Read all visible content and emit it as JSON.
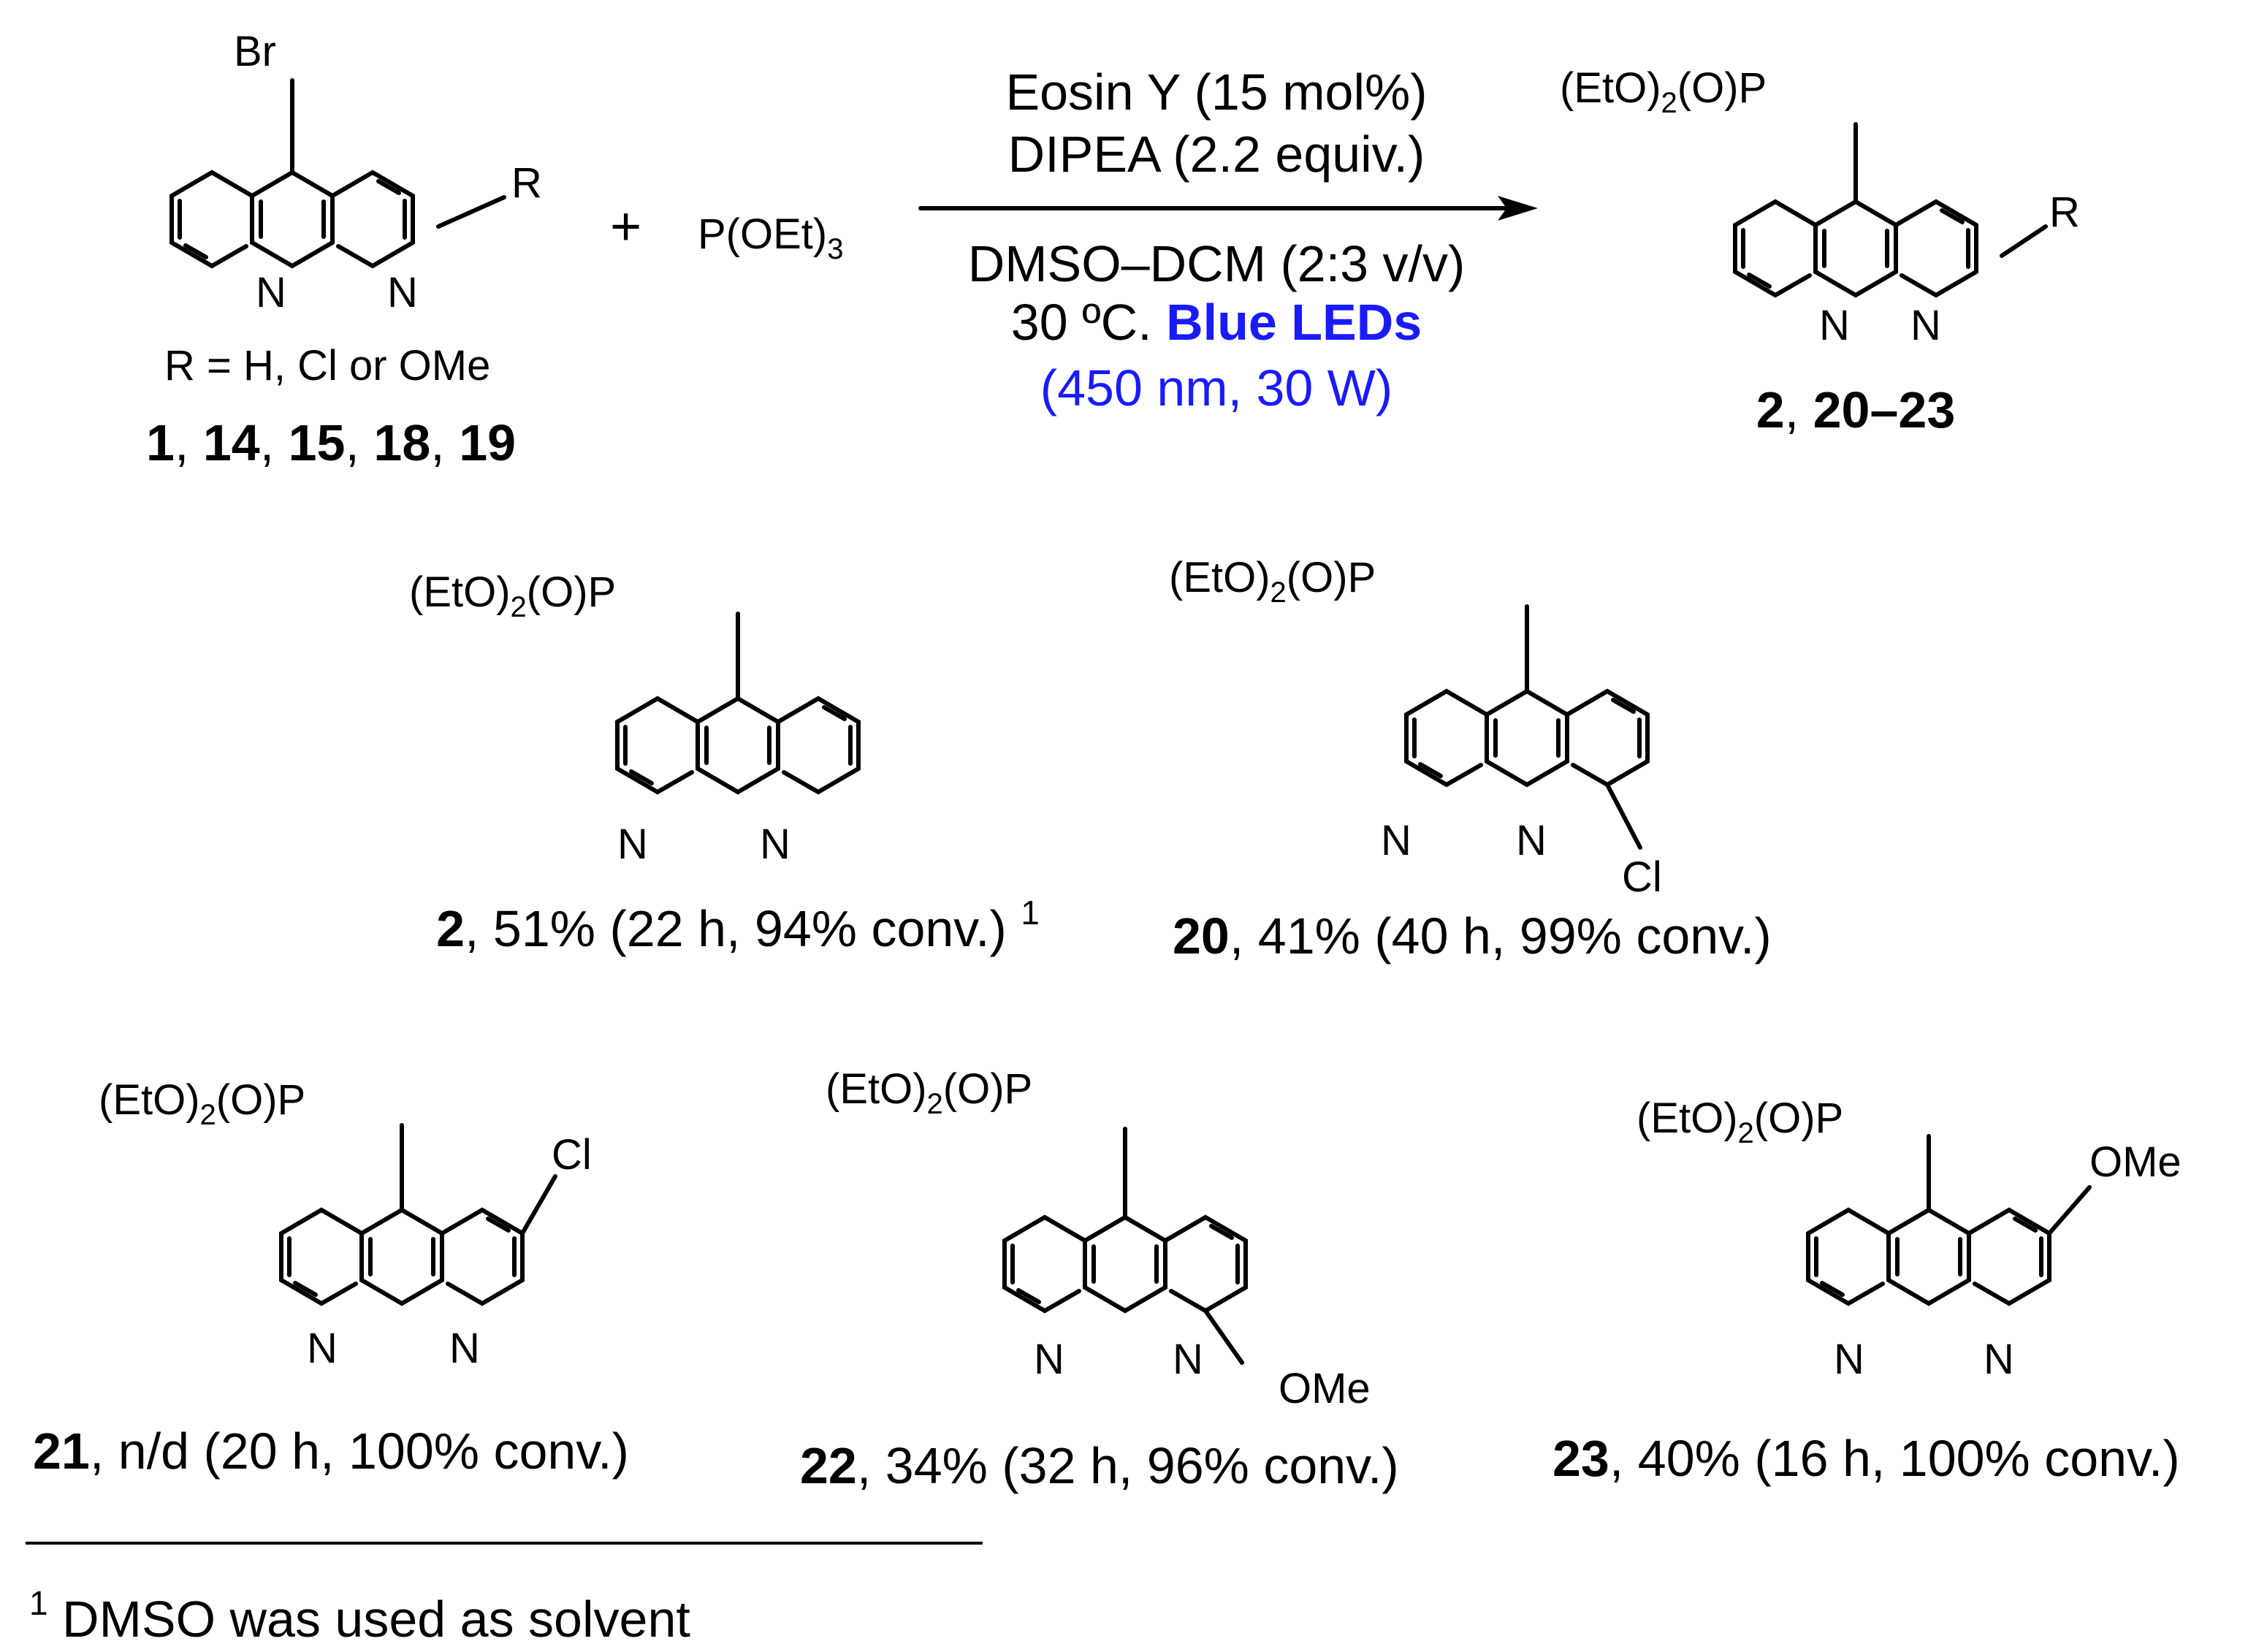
{
  "scheme": {
    "reactant": {
      "substituent_top": "Br",
      "r_group": "R",
      "n_left": "N",
      "n_right": "N",
      "r_definition": "R = H, Cl or OMe",
      "compound_numbers": [
        "1",
        "14",
        "15",
        "18",
        "19"
      ]
    },
    "plus": "+",
    "reagent": {
      "main": "P(OEt)",
      "sub": "3"
    },
    "conditions": {
      "above_1": "Eosin Y (15 mol%)",
      "above_2": "DIPEA (2.2 equiv.)",
      "below_1": "DMSO–DCM (2:3 v/v)",
      "below_2_prefix": "30 ºC. ",
      "below_2_highlight": "Blue LEDs",
      "below_3": "(450 nm, 30 W)",
      "highlight_color": "#1a1aff"
    },
    "product_general": {
      "phosphonate": {
        "a": "(EtO)",
        "sub": "2",
        "b": "(O)P"
      },
      "r_group": "R",
      "n_left": "N",
      "n_right": "N",
      "compound_label": {
        "first": "2",
        "sep": ", ",
        "second": "20–23"
      }
    }
  },
  "products": [
    {
      "id": "2",
      "yield_text": ", 51% (22 h, 94% conv.) ",
      "footnote_mark": "1",
      "substituent": ""
    },
    {
      "id": "20",
      "yield_text": ", 41% (40 h, 99% conv.)",
      "footnote_mark": "",
      "substituent": "Cl"
    },
    {
      "id": "21",
      "yield_text": ", n/d (20 h, 100% conv.)",
      "footnote_mark": "",
      "substituent": "Cl"
    },
    {
      "id": "22",
      "yield_text": ", 34% (32 h, 96% conv.)",
      "footnote_mark": "",
      "substituent": "OMe"
    },
    {
      "id": "23",
      "yield_text": ", 40% (16 h, 100% conv.)",
      "footnote_mark": "",
      "substituent": "OMe"
    }
  ],
  "footnote": {
    "mark": "1",
    "text": " DMSO was used as solvent"
  }
}
